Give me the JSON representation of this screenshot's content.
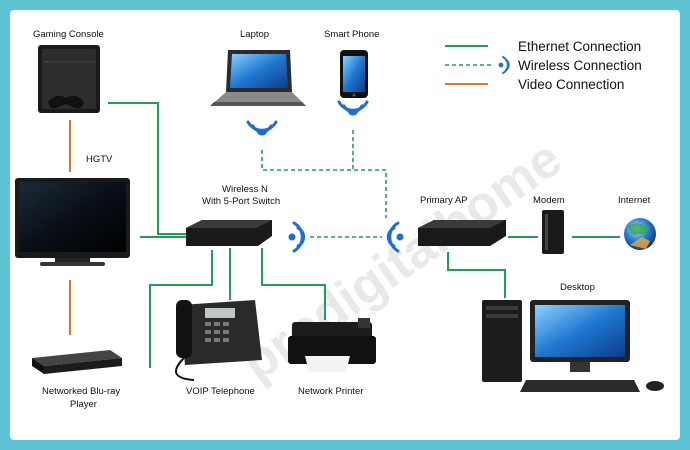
{
  "colors": {
    "ethernet": "#1fa05a",
    "video": "#d9782a",
    "wifi": "#1f6fd0",
    "frame_bg": "#5fc3d6"
  },
  "legend": {
    "ethernet": "Ethernet Connection",
    "wireless": "Wireless Connection",
    "video": "Video Connection"
  },
  "devices": {
    "gaming_console": "Gaming Console",
    "hgtv": "HGTV",
    "bluray_line1": "Networked Blu-ray",
    "bluray_line2": "Player",
    "laptop": "Laptop",
    "smartphone": "Smart Phone",
    "switch_line1": "Wireless N",
    "switch_line2": "With 5-Port Switch",
    "voip": "VOIP Telephone",
    "printer": "Network Printer",
    "primary_ap": "Primary AP",
    "modem": "Modem",
    "internet": "Internet",
    "desktop": "Desktop"
  },
  "watermark": "prodigitalhome"
}
